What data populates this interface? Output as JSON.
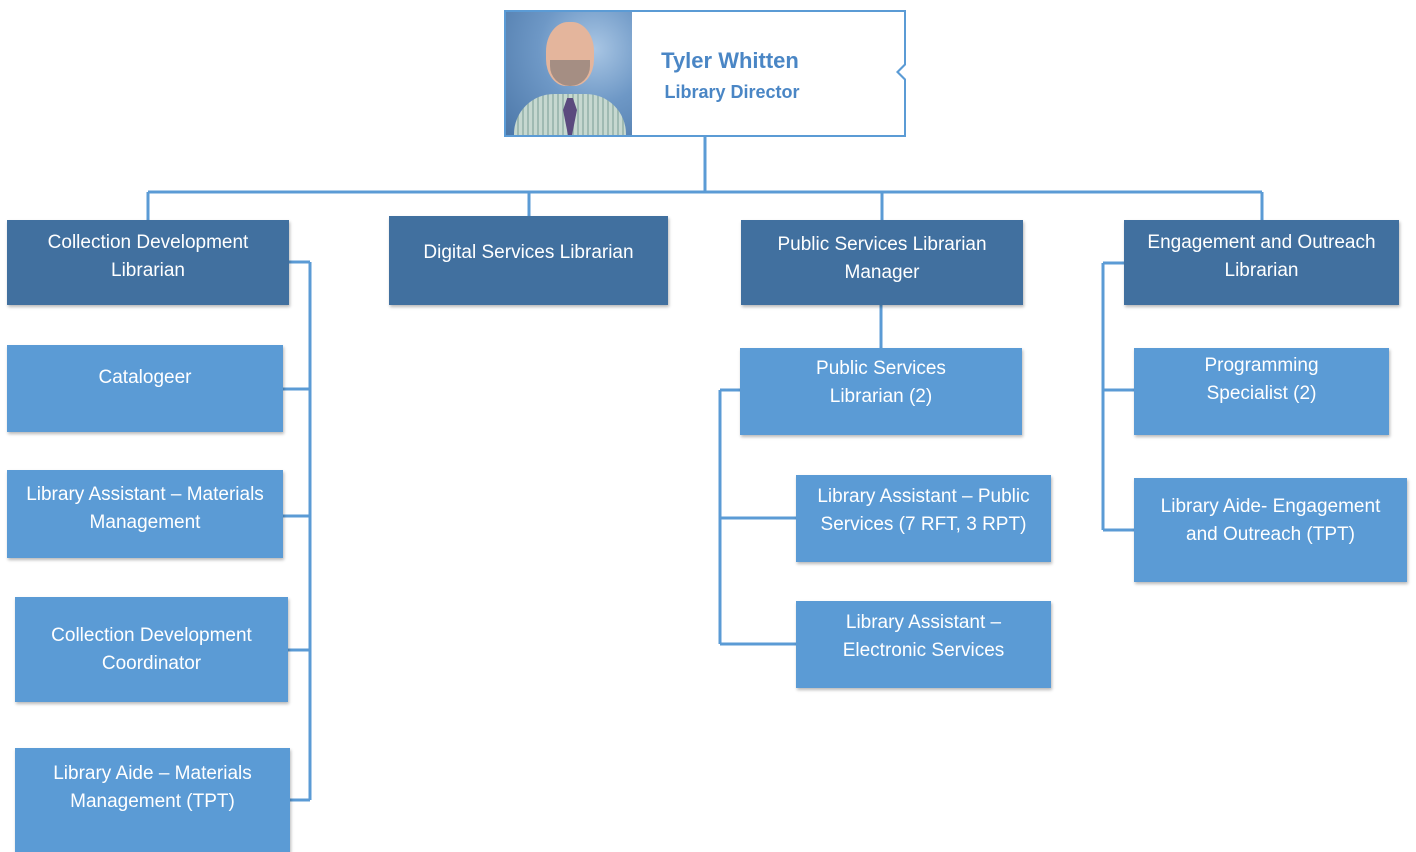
{
  "director": {
    "name": "Tyler Whitten",
    "title": "Library Director",
    "photo_icon": "person-photo"
  },
  "managers": [
    {
      "label": "Collection Development Librarian",
      "lines": [
        "Collection Development",
        "Librarian"
      ]
    },
    {
      "label": "Digital Services Librarian",
      "lines": [
        "Digital Services Librarian"
      ]
    },
    {
      "label": "Public Services Librarian Manager",
      "lines": [
        "Public Services Librarian",
        "Manager"
      ]
    },
    {
      "label": "Engagement and Outreach Librarian",
      "lines": [
        "Engagement and Outreach",
        "Librarian"
      ]
    }
  ],
  "collection_staff": [
    {
      "lines": [
        "Catalogeer"
      ]
    },
    {
      "lines": [
        "Library Assistant – Materials",
        "Management"
      ]
    },
    {
      "lines": [
        "Collection Development",
        "Coordinator"
      ]
    },
    {
      "lines": [
        "Library Aide – Materials",
        "Management (TPT)"
      ]
    }
  ],
  "public_services_staff": {
    "lead": {
      "lines": [
        "Public Services",
        "Librarian (2)"
      ]
    },
    "assistants": [
      {
        "lines": [
          "Library Assistant – Public",
          "Services (7 RFT, 3 RPT)"
        ]
      },
      {
        "lines": [
          "Library Assistant –",
          "Electronic Services"
        ]
      }
    ]
  },
  "engagement_staff": [
    {
      "lines": [
        "Programming",
        "Specialist (2)"
      ]
    },
    {
      "lines": [
        "Library Aide- Engagement",
        "and Outreach (TPT)"
      ]
    }
  ],
  "colors": {
    "manager_box": "#41709f",
    "staff_box": "#5b9bd5",
    "connector": "#5b9bd5",
    "director_text": "#4a86c5"
  }
}
